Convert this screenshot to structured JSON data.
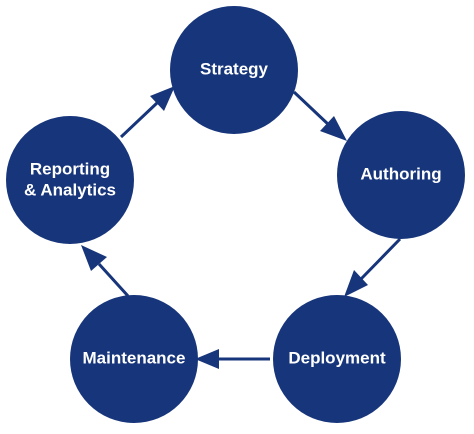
{
  "diagram": {
    "type": "cycle",
    "stages": [
      {
        "id": "strategy",
        "lines": [
          "Strategy"
        ]
      },
      {
        "id": "authoring",
        "lines": [
          "Authoring"
        ]
      },
      {
        "id": "deployment",
        "lines": [
          "Deployment"
        ]
      },
      {
        "id": "maintenance",
        "lines": [
          "Maintenance"
        ]
      },
      {
        "id": "reporting-analytics",
        "lines": [
          "Reporting",
          "& Analytics"
        ]
      }
    ],
    "flow": [
      [
        "strategy",
        "authoring"
      ],
      [
        "authoring",
        "deployment"
      ],
      [
        "deployment",
        "maintenance"
      ],
      [
        "maintenance",
        "reporting-analytics"
      ],
      [
        "reporting-analytics",
        "strategy"
      ]
    ],
    "colors": {
      "node_fill": "#17357a",
      "node_text": "#ffffff",
      "arrow": "#17357a",
      "background": "#ffffff"
    }
  }
}
